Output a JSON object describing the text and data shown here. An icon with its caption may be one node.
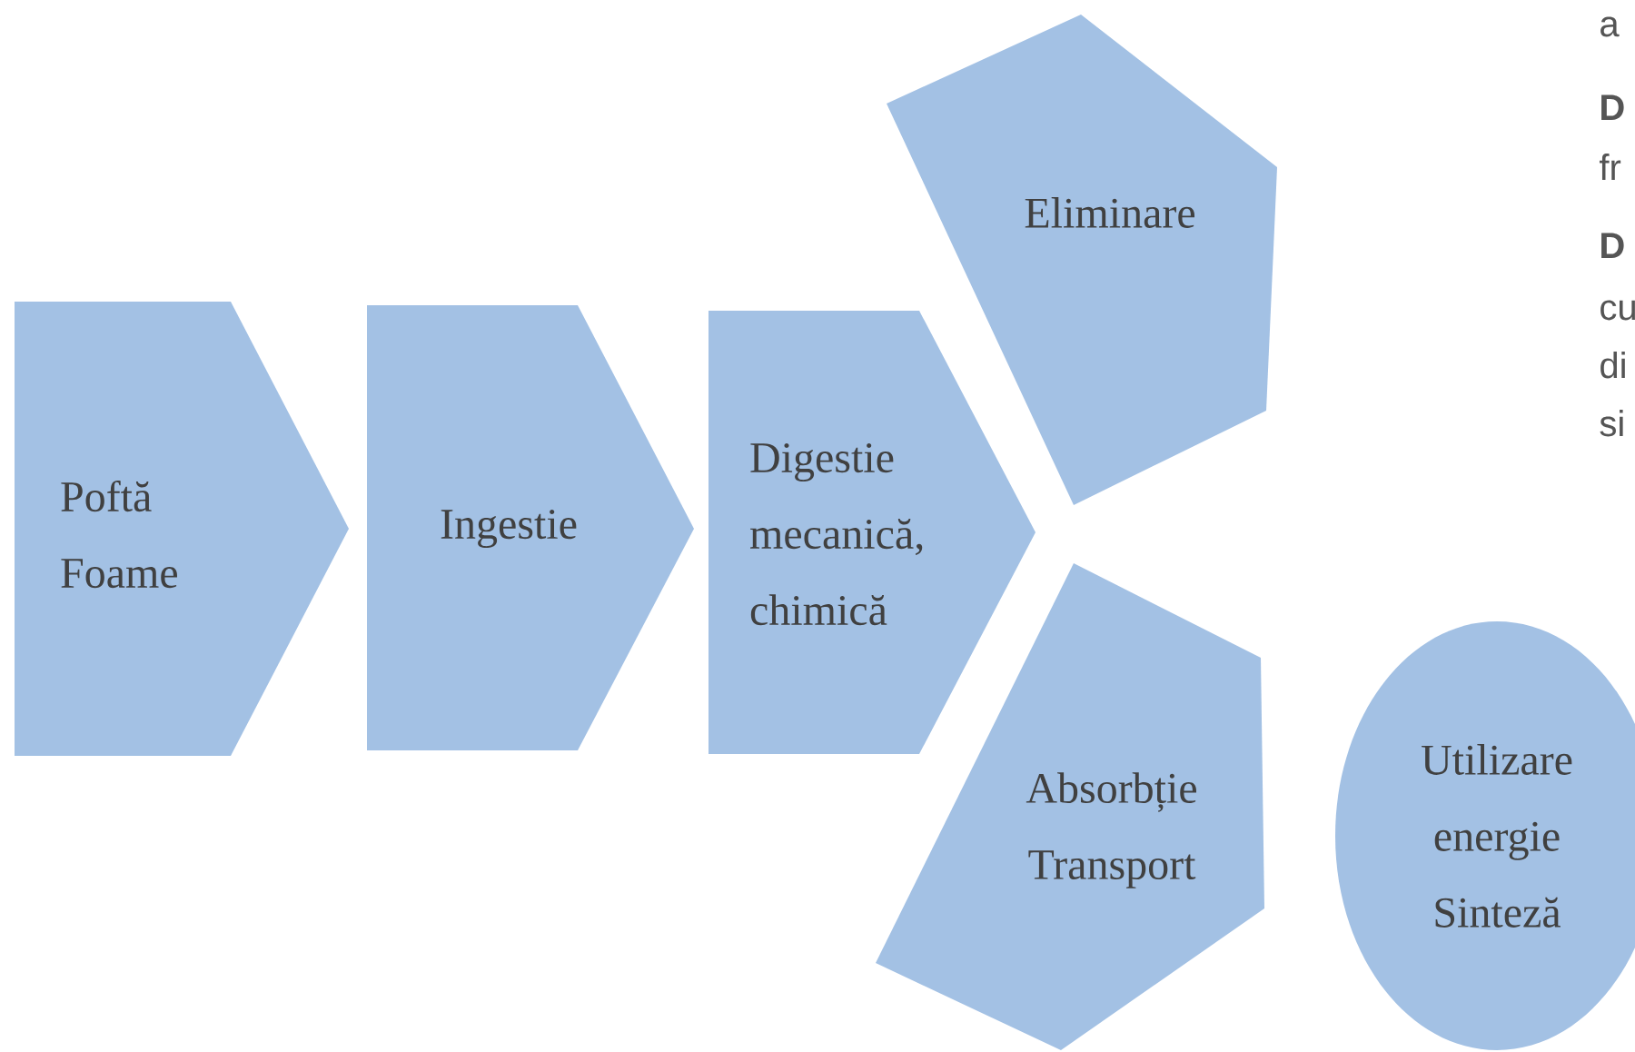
{
  "diagram": {
    "nodes": [
      {
        "text": [
          "Poftă Foame"
        ]
      },
      {
        "text": [
          "Ingestie"
        ]
      },
      {
        "text": [
          "Digestie mecanică, chimică"
        ]
      },
      {
        "text": [
          "Eliminare"
        ]
      },
      {
        "text": [
          "Absorbție Transport"
        ]
      },
      {
        "text": [
          "Utilizare energie Sinteză"
        ]
      }
    ],
    "labels": [
      "a",
      "D",
      "fr",
      "D",
      "cu",
      "di",
      "si"
    ]
  }
}
